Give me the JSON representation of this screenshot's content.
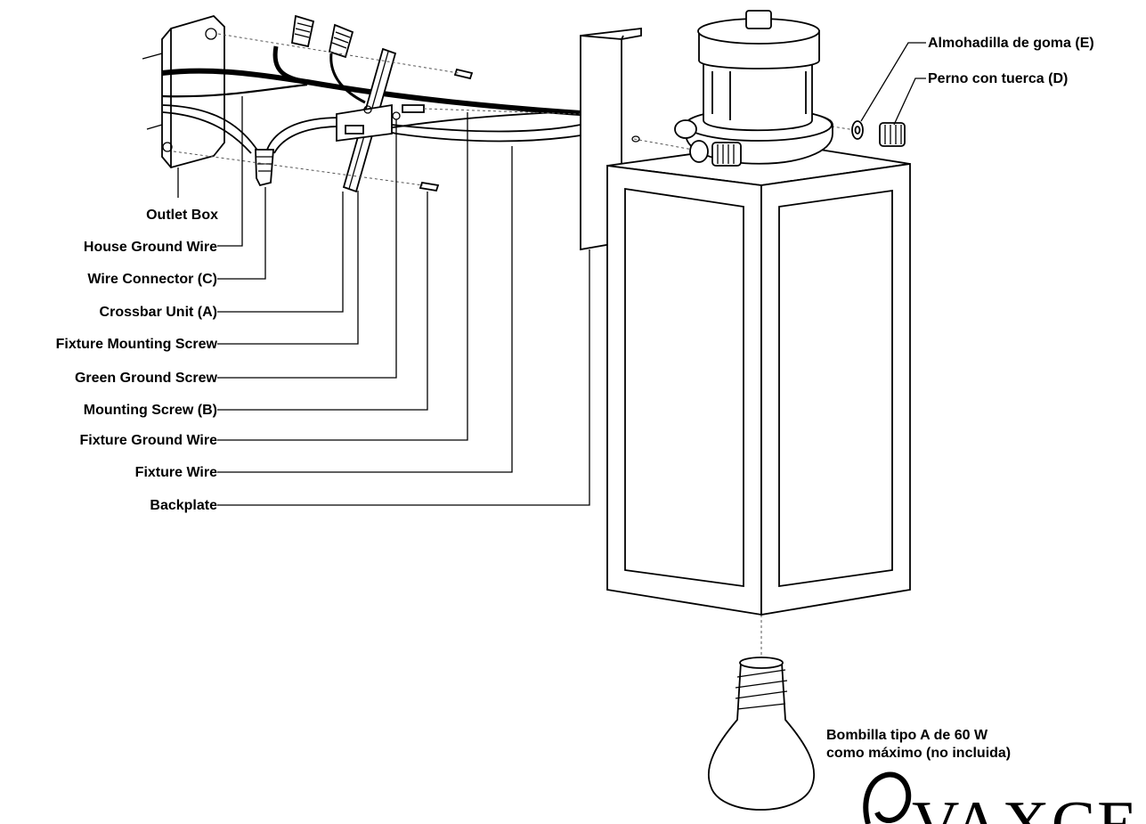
{
  "labels": {
    "outlet_box": "Outlet Box",
    "house_ground_wire": "House Ground Wire",
    "wire_connector": "Wire Connector (C)",
    "crossbar_unit": "Crossbar Unit (A)",
    "fixture_mounting_screw": "Fixture Mounting Screw",
    "green_ground_screw": "Green Ground Screw",
    "mounting_screw": "Mounting Screw (B)",
    "fixture_ground_wire": "Fixture Ground Wire",
    "fixture_wire": "Fixture Wire",
    "backplate": "Backplate",
    "rubber_pad": "Almohadilla de goma (E)",
    "bolt_nut": "Perno con tuerca (D)",
    "bulb_line1": "Bombilla tipo A de 60 W",
    "bulb_line2": "como máximo (no incluida)"
  },
  "brand": {
    "text": "VAXCE"
  }
}
